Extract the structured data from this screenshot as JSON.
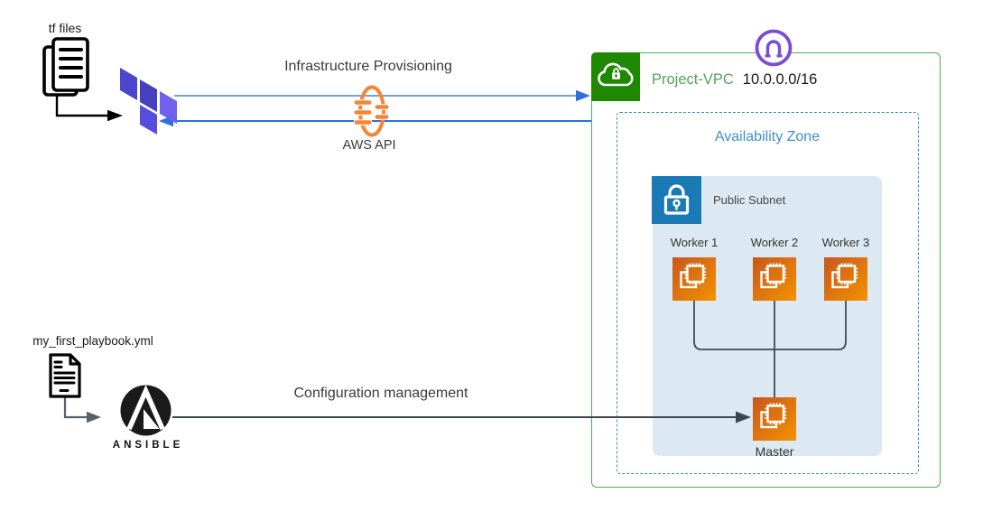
{
  "diagram": {
    "provisioning": {
      "source_label": "tf files",
      "flow_label": "Infrastructure Provisioning",
      "api_label": "AWS API"
    },
    "configuration": {
      "source_label": "my_first_playbook.yml",
      "tool_label": "ANSIBLE",
      "flow_label": "Configuration management"
    },
    "vpc": {
      "name": "Project-VPC",
      "cidr": "10.0.0.0/16",
      "availability_zone": {
        "label": "Availability Zone",
        "public_subnet": {
          "label": "Public Subnet",
          "workers": [
            {
              "label": "Worker 1"
            },
            {
              "label": "Worker 2"
            },
            {
              "label": "Worker 3"
            }
          ],
          "master": {
            "label": "Master"
          }
        }
      }
    },
    "icons": {
      "tf_files": "document-stack-icon",
      "terraform": "terraform-logo-icon",
      "aws_api": "aws-api-icon",
      "vpc": "vpc-cloud-lock-icon",
      "internet_gateway": "internet-gateway-icon",
      "public_subnet": "public-subnet-lock-icon",
      "instances": "ec2-instance-icon",
      "playbook": "yaml-document-icon",
      "ansible": "ansible-logo-icon"
    },
    "colors": {
      "terraform_purple_dark": "#4540BE",
      "terraform_purple_light": "#6F61EE",
      "aws_orange": "#F58536",
      "vpc_green": "#1E8900",
      "vpc_border_green": "#4CAF50",
      "vpc_name_green": "#55A455",
      "az_blue": "#4090C9",
      "subnet_fill": "#DCE8F2",
      "subnet_icon_blue": "#1A7AB5",
      "ec2_gradient_start": "#C8571D",
      "ec2_gradient_end": "#F39200",
      "igw_purple": "#7A4BD6",
      "ansible_black": "#1A1A1A",
      "arrow_blue_light": "#6FA0EC",
      "arrow_blue": "#2E6FE0",
      "connector_dark": "#3F4A54"
    }
  }
}
